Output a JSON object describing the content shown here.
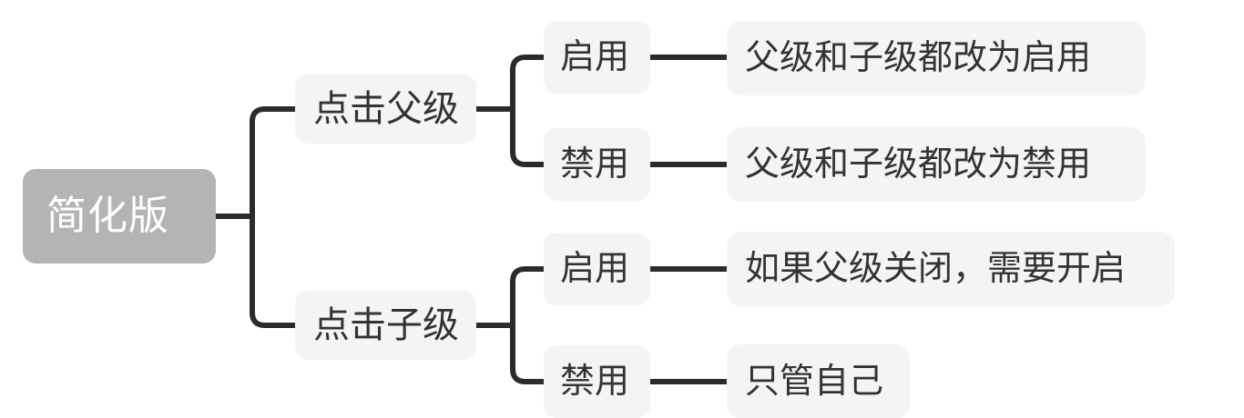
{
  "diagram": {
    "type": "mind-map",
    "orientation": "left-to-right",
    "background_color": "#ffffff",
    "link_color": "#2b2b2b",
    "root_fill": "#b4b4b4",
    "root_text_color": "#ffffff",
    "node_fill": "#f4f4f4",
    "node_text_color": "#333333",
    "root": {
      "label": "简化版"
    },
    "branches": [
      {
        "label": "点击父级",
        "children": [
          {
            "state": "启用",
            "result": "父级和子级都改为启用"
          },
          {
            "state": "禁用",
            "result": "父级和子级都改为禁用"
          }
        ]
      },
      {
        "label": "点击子级",
        "children": [
          {
            "state": "启用",
            "result": "如果父级关闭，需要开启"
          },
          {
            "state": "禁用",
            "result": "只管自己"
          }
        ]
      }
    ]
  }
}
